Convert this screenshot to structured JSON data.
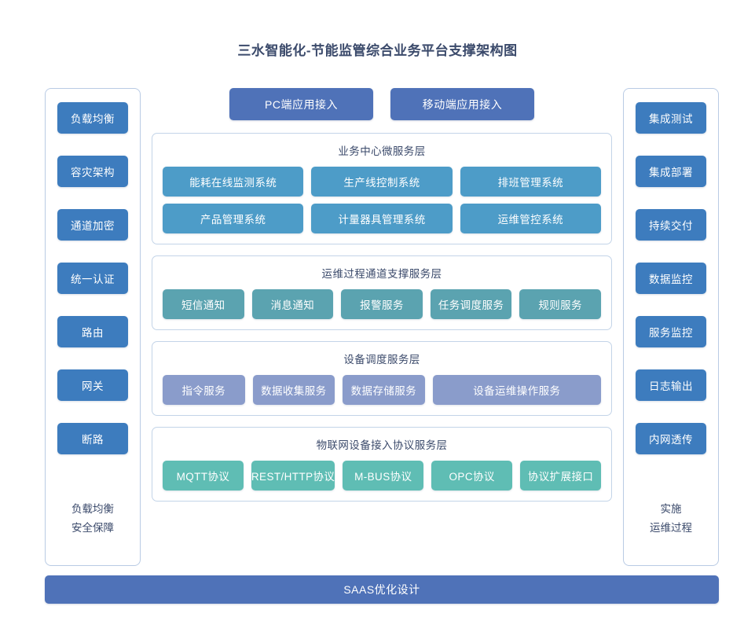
{
  "title": "三水智能化-节能监管综合业务平台支撑架构图",
  "colors": {
    "entry_blue": "#4f72b8",
    "sidebar_blue": "#3d7cbe",
    "business_blue": "#4d9cc8",
    "ops_teal": "#5ba3b0",
    "device_periwinkle": "#8a9ccb",
    "iot_green": "#5fbdb4",
    "panel_border": "#c3d4e8",
    "title_text": "#3b4a6b",
    "background": "#ffffff"
  },
  "left_sidebar": {
    "items": [
      {
        "label": "负载均衡"
      },
      {
        "label": "容灾架构"
      },
      {
        "label": "通道加密"
      },
      {
        "label": "统一认证"
      },
      {
        "label": "路由"
      },
      {
        "label": "网关"
      },
      {
        "label": "断路"
      }
    ],
    "footer_line1": "负载均衡",
    "footer_line2": "安全保障"
  },
  "right_sidebar": {
    "items": [
      {
        "label": "集成测试"
      },
      {
        "label": "集成部署"
      },
      {
        "label": "持续交付"
      },
      {
        "label": "数据监控"
      },
      {
        "label": "服务监控"
      },
      {
        "label": "日志输出"
      },
      {
        "label": "内网透传"
      }
    ],
    "footer_line1": "实施",
    "footer_line2": "运维过程"
  },
  "entry_buttons": [
    {
      "label": "PC端应用接入"
    },
    {
      "label": "移动端应用接入"
    }
  ],
  "layers": [
    {
      "id": "business",
      "title": "业务中心微服务层",
      "rows": [
        [
          {
            "label": "能耗在线监测系统"
          },
          {
            "label": "生产线控制系统"
          },
          {
            "label": "排班管理系统"
          }
        ],
        [
          {
            "label": "产品管理系统"
          },
          {
            "label": "计量器具管理系统"
          },
          {
            "label": "运维管控系统"
          }
        ]
      ]
    },
    {
      "id": "ops",
      "title": "运维过程通道支撑服务层",
      "rows": [
        [
          {
            "label": "短信通知"
          },
          {
            "label": "消息通知"
          },
          {
            "label": "报警服务"
          },
          {
            "label": "任务调度服务"
          },
          {
            "label": "规则服务"
          }
        ]
      ]
    },
    {
      "id": "device",
      "title": "设备调度服务层",
      "rows": [
        [
          {
            "label": "指令服务"
          },
          {
            "label": "数据收集服务"
          },
          {
            "label": "数据存储服务"
          },
          {
            "label": "设备运维操作服务",
            "wide": true
          }
        ]
      ]
    },
    {
      "id": "iot",
      "title": "物联网设备接入协议服务层",
      "rows": [
        [
          {
            "label": "MQTT协议"
          },
          {
            "label": "REST/HTTP协议"
          },
          {
            "label": "M-BUS协议"
          },
          {
            "label": "OPC协议"
          },
          {
            "label": "协议扩展接口"
          }
        ]
      ]
    }
  ],
  "bottom_bar": {
    "label": "SAAS优化设计"
  }
}
